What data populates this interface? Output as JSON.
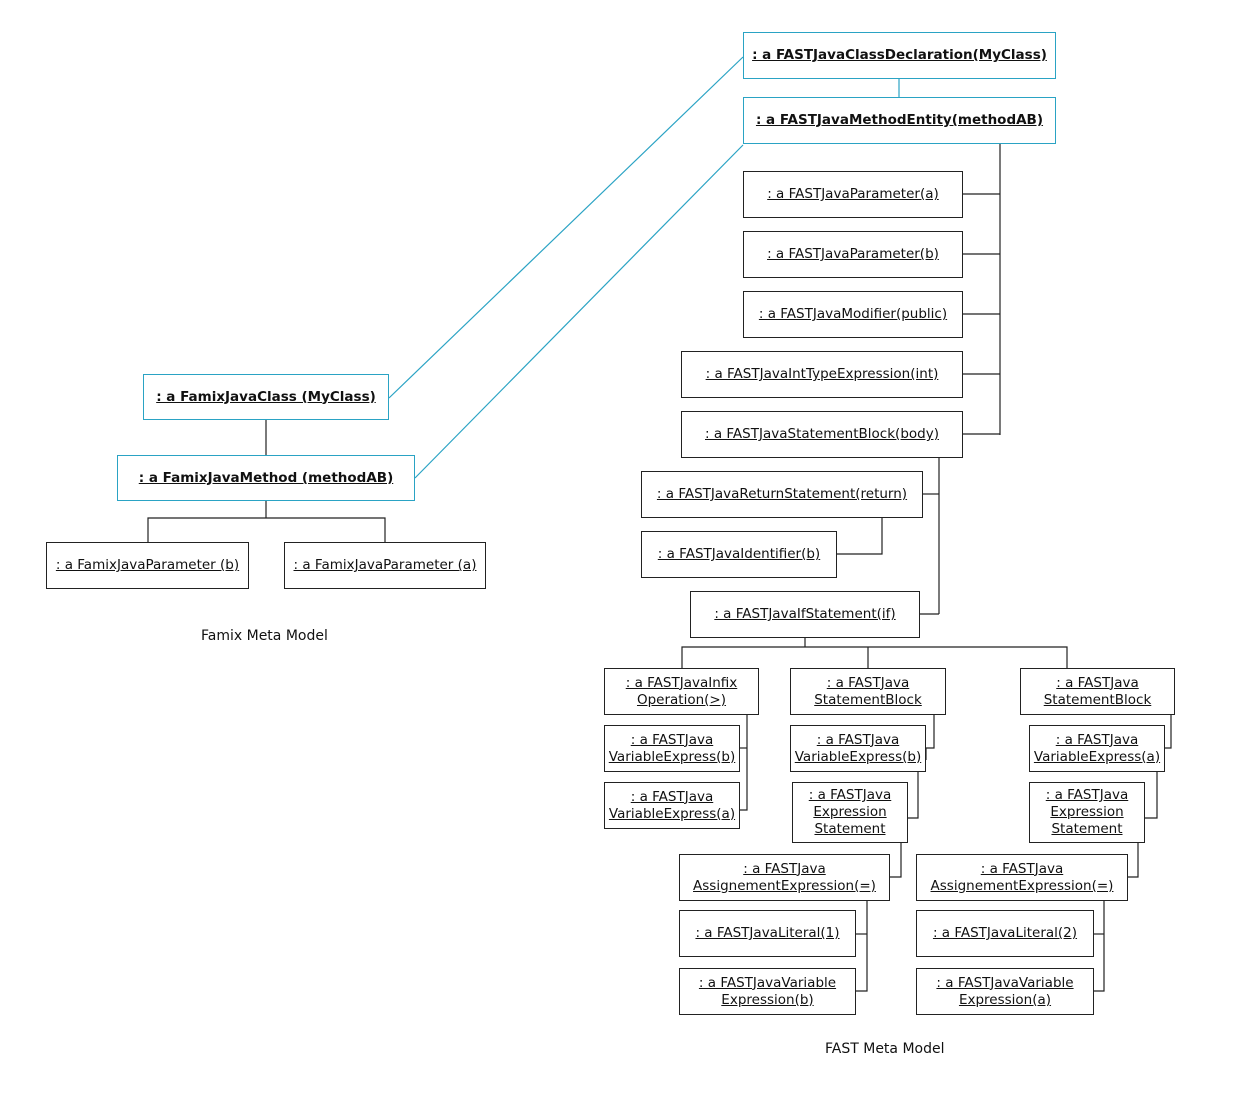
{
  "colors": {
    "link": "#2aa3c4",
    "line": "#222222"
  },
  "famix": {
    "caption": "Famix Meta Model",
    "cls": ": a FamixJavaClass (MyClass)",
    "method": ": a FamixJavaMethod (methodAB)",
    "param_b": ": a FamixJavaParameter (b)",
    "param_a": ": a FamixJavaParameter (a)"
  },
  "fast": {
    "caption": "FAST Meta Model",
    "cls": ": a FASTJavaClassDeclaration(MyClass)",
    "method": ": a FASTJavaMethodEntity(methodAB)",
    "param_a": ": a FASTJavaParameter(a)",
    "param_b": ": a FASTJavaParameter(b)",
    "modifier": ": a FASTJavaModifier(public)",
    "int_type": ": a FASTJavaIntTypeExpression(int)",
    "body": ": a FASTJavaStatementBlock(body)",
    "return_stmt": ": a FASTJavaReturnStatement(return)",
    "identifier": ": a FASTJavaIdentifier(b)",
    "if_stmt": ": a FASTJavaIfStatement(if)",
    "infix": ": a FASTJavaInfix\nOperation(>)",
    "infix_var_b": ": a FASTJava\nVariableExpress(b)",
    "infix_var_a": ": a FASTJava\nVariableExpress(a)",
    "block1": ": a FASTJava\nStatementBlock",
    "block1_var_b": ": a FASTJava\nVariableExpress(b)",
    "block1_expr": ": a FASTJava\nExpression\nStatement",
    "assign1": ": a FASTJava\nAssignementExpression(=)",
    "literal1": ": a FASTJavaLiteral(1)",
    "assign1_var": ": a FASTJavaVariable\nExpression(b)",
    "block2": ": a FASTJava\nStatementBlock",
    "block2_var_a": ": a FASTJava\nVariableExpress(a)",
    "block2_expr": ": a FASTJava\nExpression\nStatement",
    "assign2": ": a FASTJava\nAssignementExpression(=)",
    "literal2": ": a FASTJavaLiteral(2)",
    "assign2_var": ": a FASTJavaVariable\nExpression(a)"
  }
}
